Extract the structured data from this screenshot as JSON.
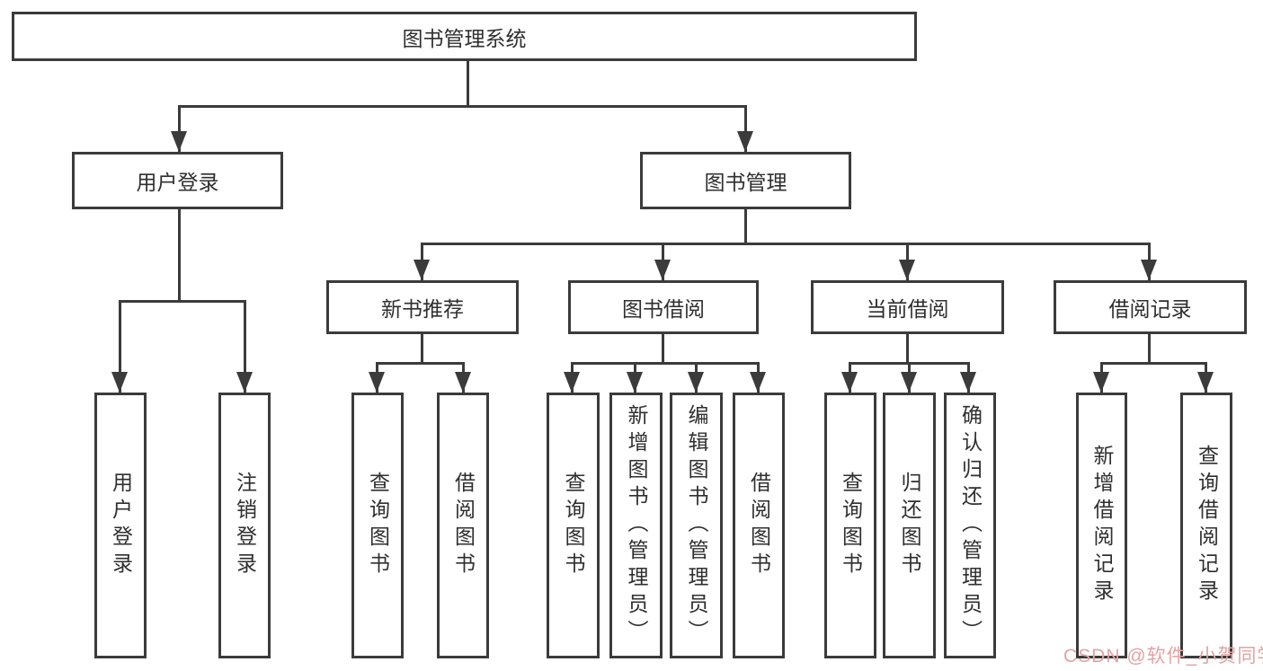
{
  "title": {
    "label": "图书管理系统"
  },
  "branches": {
    "user_login": {
      "label": "用户登录",
      "children": [
        {
          "label": "用户登录"
        },
        {
          "label": "注销登录"
        }
      ]
    },
    "book_mgmt": {
      "label": "图书管理",
      "children": [
        {
          "label": "新书推荐",
          "children": [
            {
              "label": "查询图书"
            },
            {
              "label": "借阅图书"
            }
          ]
        },
        {
          "label": "图书借阅",
          "children": [
            {
              "label": "查询图书"
            },
            {
              "label": "新增图书（管理员）"
            },
            {
              "label": "编辑图书（管理员）"
            },
            {
              "label": "借阅图书"
            }
          ]
        },
        {
          "label": "当前借阅",
          "children": [
            {
              "label": "查询图书"
            },
            {
              "label": "归还图书"
            },
            {
              "label": "确认归还（管理员）"
            }
          ]
        },
        {
          "label": "借阅记录",
          "children": [
            {
              "label": "新增借阅记录"
            },
            {
              "label": "查询借阅记录"
            }
          ]
        }
      ]
    }
  },
  "watermark": {
    "text": "CSDN @软件_小贺同学"
  },
  "colors": {
    "line": "#3b3b3b",
    "box_border": "#3b3b3b",
    "text": "#2f2f2f",
    "background": "#ffffff",
    "watermark": "#e2a3a3"
  }
}
